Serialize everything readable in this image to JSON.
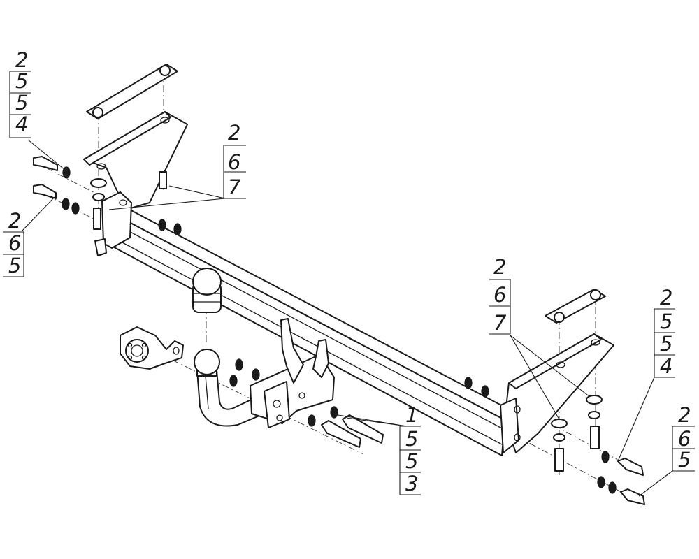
{
  "callouts": [
    {
      "id": "top-left",
      "numbers": [
        "2",
        "5",
        "5",
        "4"
      ]
    },
    {
      "id": "mid-left",
      "numbers": [
        "2",
        "6",
        "5"
      ]
    },
    {
      "id": "top-center",
      "numbers": [
        "2",
        "6",
        "7"
      ]
    },
    {
      "id": "bottom-center",
      "numbers": [
        "1",
        "5",
        "5",
        "3"
      ]
    },
    {
      "id": "right-center",
      "numbers": [
        "2",
        "6",
        "7"
      ]
    },
    {
      "id": "right-upper",
      "numbers": [
        "2",
        "5",
        "5",
        "4"
      ]
    },
    {
      "id": "right-lower",
      "numbers": [
        "2",
        "6",
        "5"
      ]
    }
  ]
}
